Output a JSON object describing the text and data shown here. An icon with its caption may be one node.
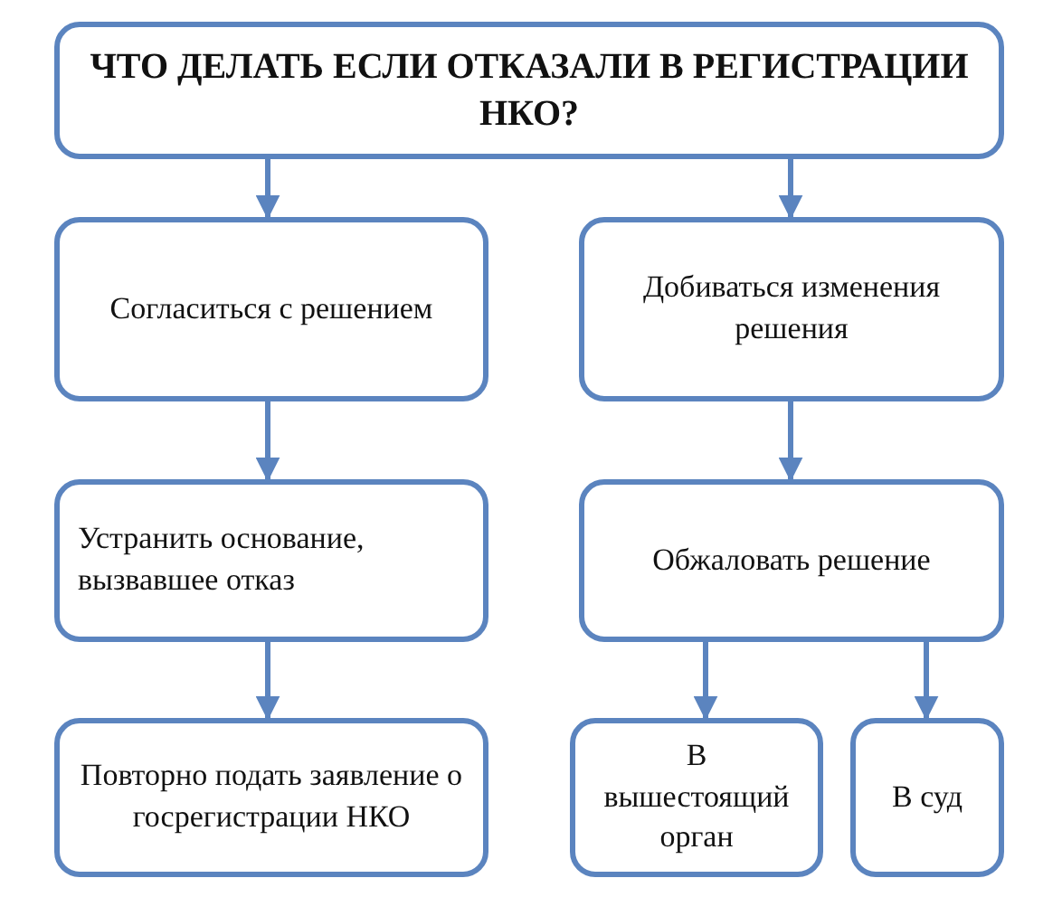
{
  "diagram": {
    "nodes": [
      {
        "text": [
          "ЧТО ДЕЛАТЬ ЕСЛИ ОТКАЗАЛИ В РЕГИСТРАЦИИ НКО?"
        ]
      },
      {
        "text": [
          "Согласиться с решением"
        ]
      },
      {
        "text": [
          "Добиваться изменения решения"
        ]
      },
      {
        "text": [
          "Устранить основание, вызвавшее отказ"
        ]
      },
      {
        "text": [
          "Обжаловать решение"
        ]
      },
      {
        "text": [
          "Повторно подать заявление о госрегистрации НКО"
        ]
      },
      {
        "text": [
          "В вышестоящий орган"
        ]
      },
      {
        "text": [
          "В суд"
        ]
      }
    ],
    "edges": [
      {
        "from": 0,
        "to": 1,
        "arrow": "to"
      },
      {
        "from": 0,
        "to": 2,
        "arrow": "to"
      },
      {
        "from": 1,
        "to": 3,
        "arrow": "to"
      },
      {
        "from": 3,
        "to": 5,
        "arrow": "to"
      },
      {
        "from": 2,
        "to": 4,
        "arrow": "to"
      },
      {
        "from": 4,
        "to": 6,
        "arrow": "to"
      },
      {
        "from": 4,
        "to": 7,
        "arrow": "to"
      }
    ]
  }
}
